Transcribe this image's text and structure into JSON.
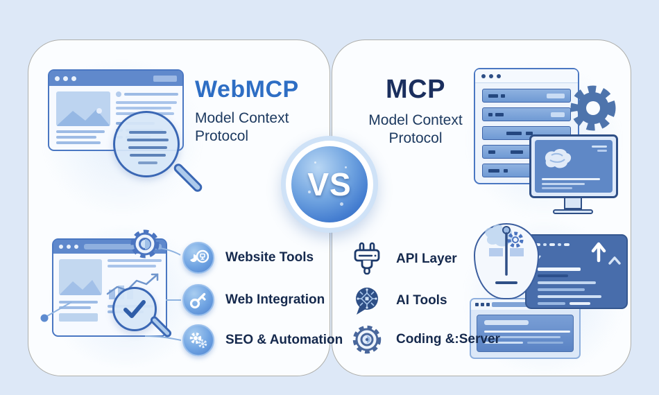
{
  "vs": {
    "label": "VS"
  },
  "left": {
    "title": "WebMCP",
    "subtitle": "Model Context Protocol",
    "features": [
      {
        "label": "Website Tools",
        "icon": "monitor-analytics-icon"
      },
      {
        "label": "Web Integration",
        "icon": "key-icon"
      },
      {
        "label": "SEO & Automation",
        "icon": "gears-icon"
      }
    ]
  },
  "right": {
    "title": "MCP",
    "subtitle": "Model Context Protocol",
    "features": [
      {
        "label": "API Layer",
        "icon": "plug-icon"
      },
      {
        "label": "AI Tools",
        "icon": "ai-chip-bubble-icon"
      },
      {
        "label": "Coding &:Server",
        "icon": "gear-icon"
      }
    ]
  },
  "colors": {
    "background": "#dde8f7",
    "panel_bg": "#fbfdff",
    "panel_border": "#aeaeaa",
    "title_blue": "#2e6ec4",
    "title_navy": "#1b2f5e",
    "text_navy": "#15294d",
    "badge_blue": "#447dd0",
    "outline_blue": "#4a77c2"
  }
}
